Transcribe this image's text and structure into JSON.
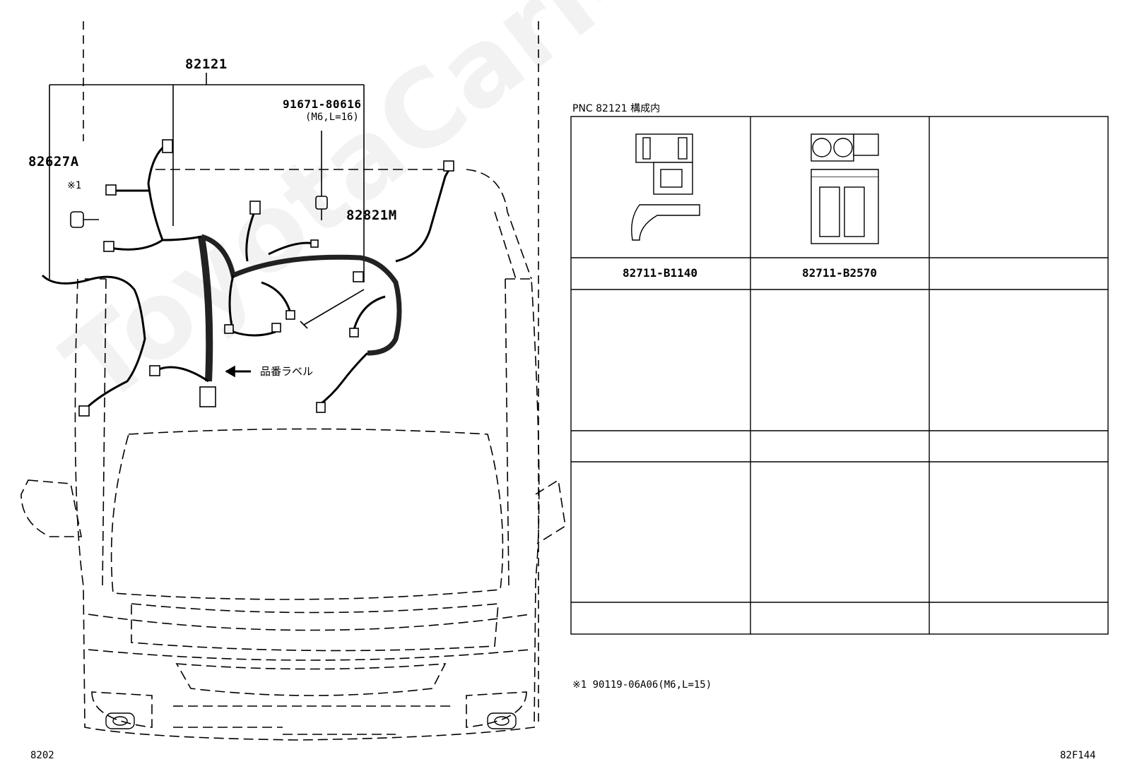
{
  "labels": {
    "main_part": "82121",
    "left_part": "82627A",
    "bolt_ref_mark": "※1",
    "bolt_part": "91671-80616",
    "bolt_spec": "(M6,L=16)",
    "clamp_part": "82821M",
    "label_note": "品番ラベル"
  },
  "table": {
    "header": "PNC 82121 構成内",
    "cells": [
      {
        "part": "82711-B1140"
      },
      {
        "part": "82711-B2570"
      },
      {
        "part": ""
      }
    ]
  },
  "footnote": "※1 90119-06A06(M6,L=15)",
  "corner_left": "8202",
  "corner_right": "82F144",
  "watermark": "ToyotaCarMine.ru",
  "colors": {
    "line": "#000000",
    "background": "#ffffff"
  }
}
